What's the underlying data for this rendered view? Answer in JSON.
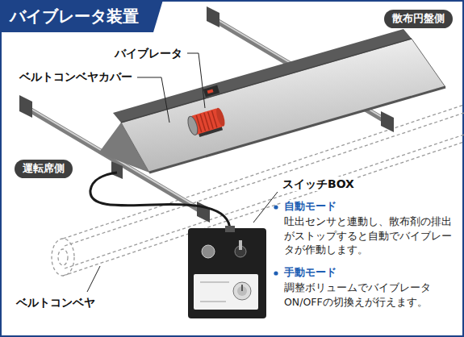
{
  "diagram": {
    "title": "バイブレータ装置",
    "nodes": [
      {
        "text": [
          "散布円盤側"
        ]
      },
      {
        "text": [
          "運転席側"
        ]
      }
    ],
    "labels": [
      "バイブレータ",
      "ベルトコンベヤカバー",
      "スイッチBOX",
      "自動モード",
      "吐出センサと連動し、散布剤の排出がストップすると自動でバイブレータが作動します。",
      "手動モード",
      "調整ボリュームでバイブレータON/OFFの切換えが行えます。",
      "ベルトコンベヤ"
    ]
  }
}
